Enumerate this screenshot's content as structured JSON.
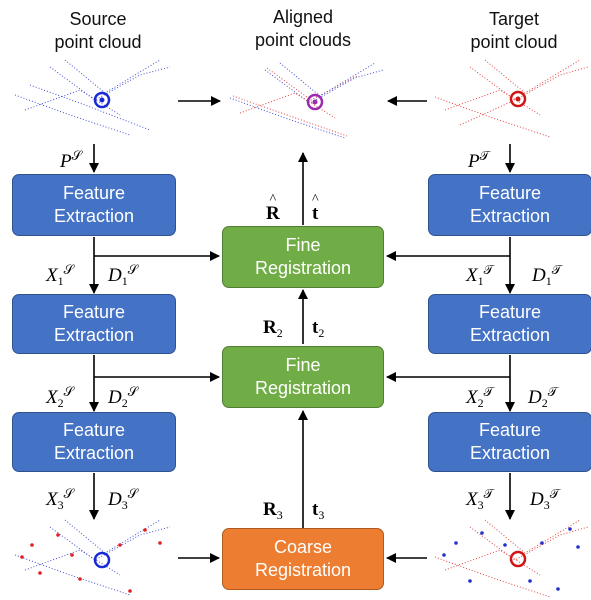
{
  "headings": {
    "source": "Source\npoint cloud",
    "aligned": "Aligned\npoint clouds",
    "target": "Target\npoint cloud"
  },
  "feature_label": [
    "Feature",
    "Extraction"
  ],
  "fine_label": [
    "Fine",
    "Registration"
  ],
  "coarse_label": [
    "Coarse",
    "Registration"
  ],
  "math": {
    "P": "P",
    "S": "𝒮",
    "T": "𝒯",
    "X": "X",
    "D": "D",
    "R": "R",
    "t": "t",
    "levels": [
      "1",
      "2",
      "3"
    ]
  },
  "colors": {
    "feature": "#4472c4",
    "fine": "#70ad47",
    "coarse": "#ed7d31",
    "source_points": "#2233cc",
    "target_points": "#e02020"
  }
}
